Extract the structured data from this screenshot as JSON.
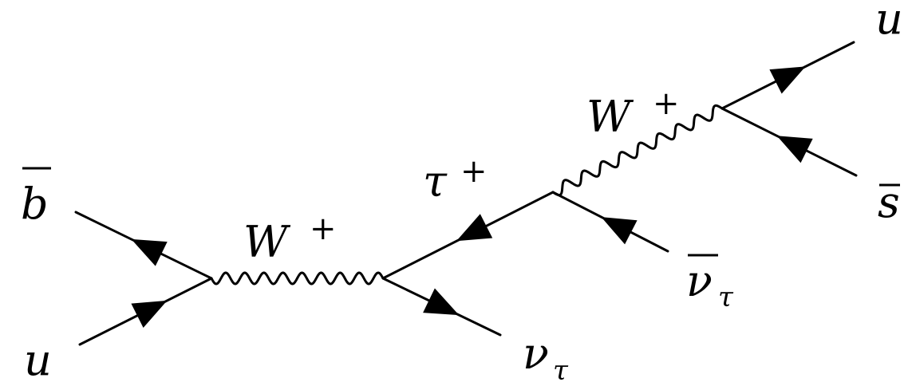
{
  "particles": {
    "b_bar": "b",
    "u_in": "u",
    "w1": "W",
    "w1_charge": "+",
    "tau": "τ",
    "tau_charge": "+",
    "nu_tau": "ν",
    "nu_tau_sub": "τ",
    "nu_tau_bar": "ν",
    "nu_tau_bar_sub": "τ",
    "w2": "W",
    "w2_charge": "+",
    "u_out": "u",
    "s_bar": "s"
  }
}
